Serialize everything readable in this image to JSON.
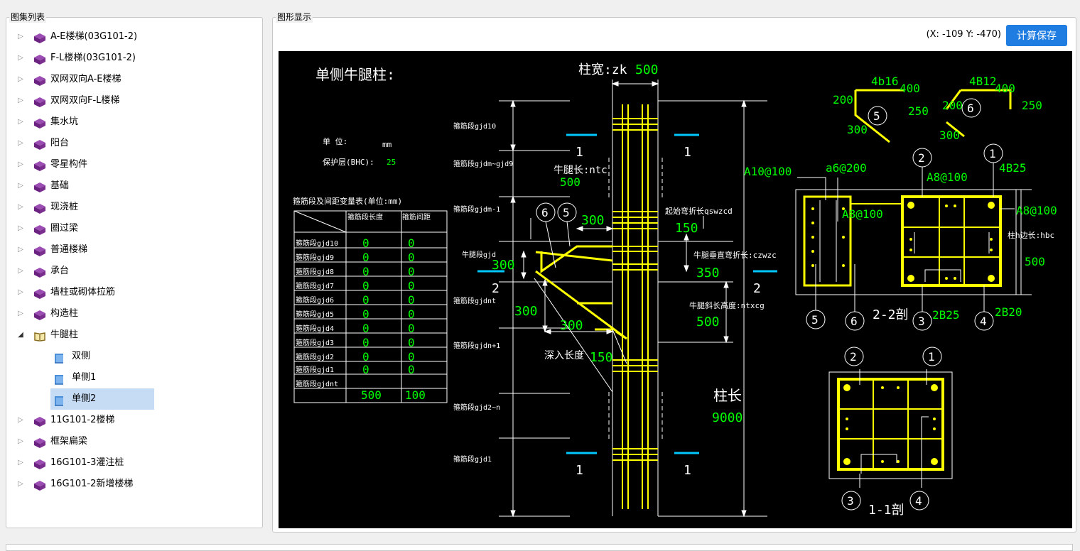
{
  "left_panel": {
    "title": "图集列表",
    "items": [
      {
        "label": "A-E楼梯(03G101-2)"
      },
      {
        "label": "F-L楼梯(03G101-2)"
      },
      {
        "label": "双网双向A-E楼梯"
      },
      {
        "label": "双网双向F-L楼梯"
      },
      {
        "label": "集水坑"
      },
      {
        "label": "阳台"
      },
      {
        "label": "零星构件"
      },
      {
        "label": "基础"
      },
      {
        "label": "现浇桩"
      },
      {
        "label": "圈过梁"
      },
      {
        "label": "普通楼梯"
      },
      {
        "label": "承台"
      },
      {
        "label": "墙柱或砌体拉筋"
      },
      {
        "label": "构造柱"
      },
      {
        "label": "牛腿柱"
      },
      {
        "label": "双侧"
      },
      {
        "label": "单侧1"
      },
      {
        "label": "单侧2"
      },
      {
        "label": "11G101-2楼梯"
      },
      {
        "label": "框架扁梁"
      },
      {
        "label": "16G101-3灌注桩"
      },
      {
        "label": "16G101-2新增楼梯"
      }
    ]
  },
  "right_panel": {
    "title": "图形显示",
    "coords": "(X: -109 Y: -470)",
    "save_button": "计算保存"
  },
  "drawing": {
    "title": "单侧牛腿柱:",
    "unit_label": "单 位:",
    "unit_value": "mm",
    "cover_label": "保护层(BHC):",
    "cover_value": "25",
    "table_title": "箍筋段及间距变量表(单位:mm)",
    "table_headers": [
      "箍筋段长度",
      "箍筋间距"
    ],
    "table_rows": [
      {
        "name": "箍筋段gjd10",
        "len": "0",
        "gap": "0"
      },
      {
        "name": "箍筋段gjd9",
        "len": "0",
        "gap": "0"
      },
      {
        "name": "箍筋段gjd8",
        "len": "0",
        "gap": "0"
      },
      {
        "name": "箍筋段gjd7",
        "len": "0",
        "gap": "0"
      },
      {
        "name": "箍筋段gjd6",
        "len": "0",
        "gap": "0"
      },
      {
        "name": "箍筋段gjd5",
        "len": "0",
        "gap": "0"
      },
      {
        "name": "箍筋段gjd4",
        "len": "0",
        "gap": "0"
      },
      {
        "name": "箍筋段gjd3",
        "len": "0",
        "gap": "0"
      },
      {
        "name": "箍筋段gjd2",
        "len": "0",
        "gap": "0"
      },
      {
        "name": "箍筋段gjd1",
        "len": "0",
        "gap": "0"
      },
      {
        "name": "箍筋段gjdnt",
        "len": "500",
        "gap": "100"
      }
    ],
    "column_width_label": "柱宽:zk",
    "column_width_value": "500",
    "seg_labels": {
      "gjd10": "箍筋段gjd10",
      "gjdm_gjd9": "箍筋段gjdm~gjd9",
      "gjdm1": "箍筋段gjdm-1",
      "gjd": "牛腿段gjd",
      "gjdnt": "箍筋段gjdnt",
      "gjdn1": "箍筋段gjdn+1",
      "gjd2n": "箍筋段gjd2~n",
      "gjd1": "箍筋段gjd1"
    },
    "corbel_len_label": "牛腿长:ntc",
    "corbel_len_value": "500",
    "bend_start_label": "起始弯折长qswzcd",
    "bend_start_value": "150",
    "vert_bend_label": "牛腿垂直弯折长:czwzc",
    "vert_bend_value": "350",
    "slant_label": "牛腿斜长高度:ntxcg",
    "slant_value": "500",
    "embed_label": "深入长度",
    "embed_value": "150",
    "col_len_label": "柱长",
    "col_len_value": "9000",
    "dim_300_a": "300",
    "dim_300_b": "300",
    "dim_300_c": "300",
    "dim_300_d": "300",
    "sec_mark_1": "1",
    "sec_mark_2": "2",
    "circle_5": "5",
    "circle_6": "6",
    "circle_1": "1",
    "circle_2": "2",
    "circle_3": "3",
    "circle_4": "4",
    "bar5_label": "4b16",
    "bar5_dim1": "400",
    "bar5_dim2": "200",
    "bar5_dim3": "250",
    "bar5_dim4": "300",
    "bar6_label": "4B12",
    "bar6_dim1": "400",
    "bar6_dim2": "200",
    "bar6_dim3": "250",
    "bar6_dim4": "300",
    "stir_a10": "A10@100",
    "stir_a6": "a6@200",
    "stir_a8_1": "A8@100",
    "stir_a8_2": "A8@100",
    "stir_a8_3": "A8@100",
    "bar_4b25": "4B25",
    "bar_2b25": "2B25",
    "bar_2b20": "2B20",
    "hbc_label": "柱h边长:hbc",
    "hbc_value": "500",
    "section_22": "2-2剖",
    "section_11": "1-1剖"
  },
  "colors": {
    "accent": "#1f7ce0",
    "yellow": "#ffff00",
    "green": "#00ff00",
    "cyan": "#00c8ff",
    "selection": "#c6dcf5",
    "book": "#7b2f8f"
  }
}
